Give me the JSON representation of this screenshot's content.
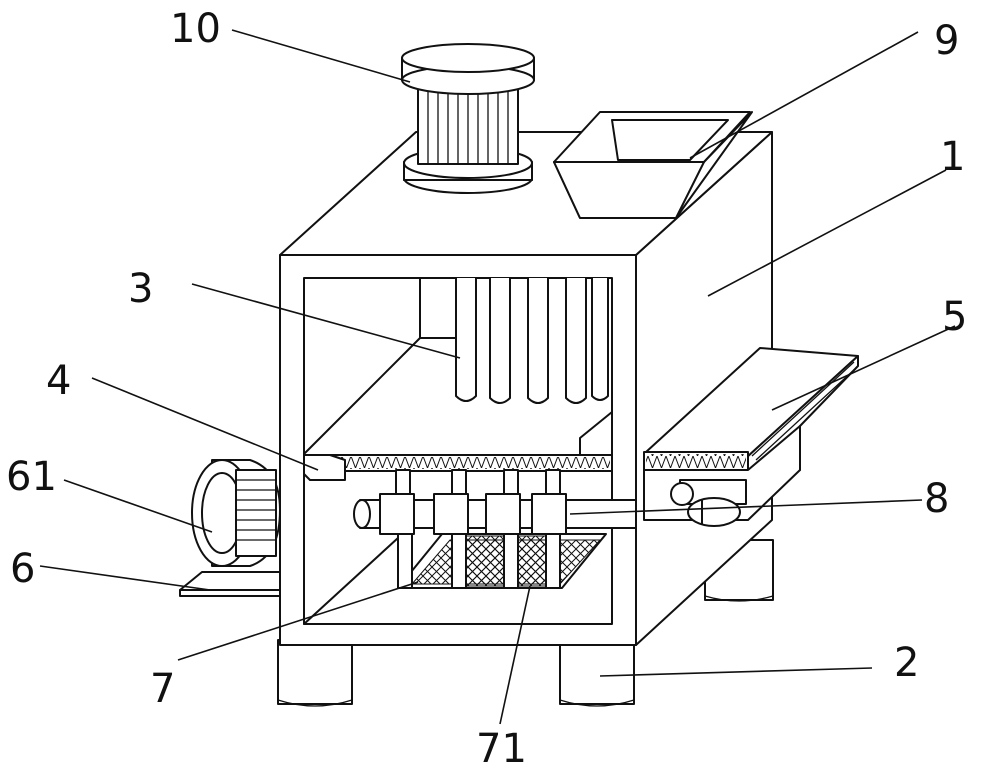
{
  "labels": {
    "part_1": "1",
    "part_2": "2",
    "part_3": "3",
    "part_4": "4",
    "part_5": "5",
    "part_6": "6",
    "part_61": "61",
    "part_7": "7",
    "part_71": "71",
    "part_8": "8",
    "part_9": "9",
    "part_10": "10"
  }
}
